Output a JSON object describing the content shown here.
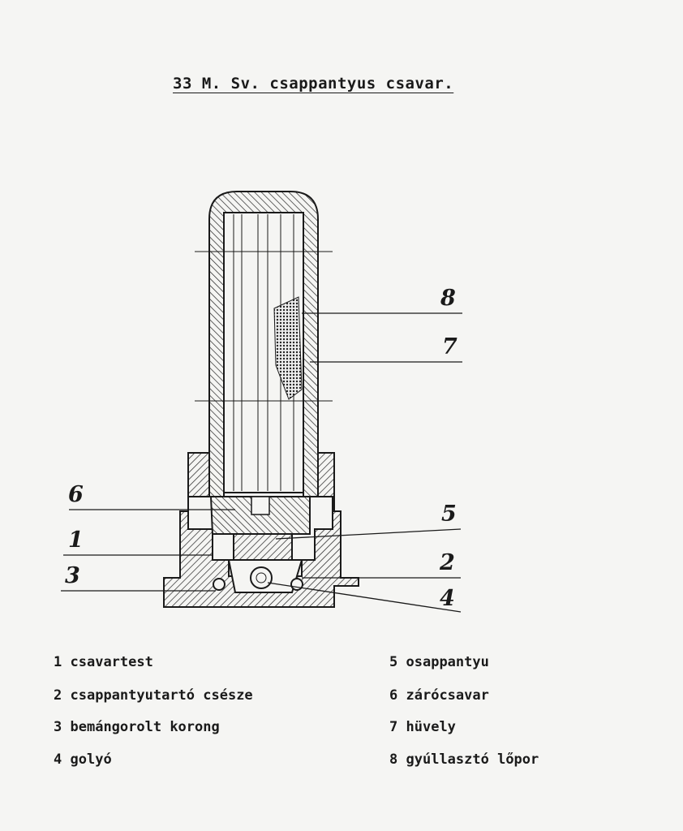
{
  "title": "33 M. Sv. csappantyus csavar.",
  "callouts": [
    "8",
    "7",
    "6",
    "5",
    "1",
    "2",
    "3",
    "4"
  ],
  "legend": [
    {
      "num": "1",
      "text": "csavartest"
    },
    {
      "num": "2",
      "text": "csappantyutartó csésze"
    },
    {
      "num": "3",
      "text": "bemángorolt korong"
    },
    {
      "num": "4",
      "text": "golyó"
    },
    {
      "num": "5",
      "text": "osappantyu"
    },
    {
      "num": "6",
      "text": "zárócsavar"
    },
    {
      "num": "7",
      "text": "hüvely"
    },
    {
      "num": "8",
      "text": "gyúllasztó lőpor"
    }
  ]
}
